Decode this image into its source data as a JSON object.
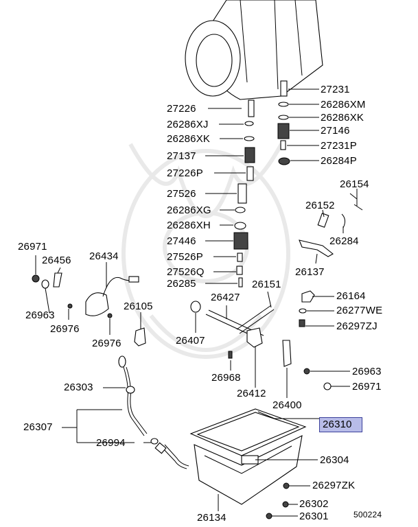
{
  "diagram_code": "500224",
  "highlighted_part": "26310",
  "labels": [
    {
      "id": "l27231a",
      "text": "27231"
    },
    {
      "id": "l26286xm",
      "text": "26286XM"
    },
    {
      "id": "l26286xk_r",
      "text": "26286XK"
    },
    {
      "id": "l27146",
      "text": "27146"
    },
    {
      "id": "l27231p",
      "text": "27231P"
    },
    {
      "id": "l26284p",
      "text": "26284P"
    },
    {
      "id": "l27226",
      "text": "27226"
    },
    {
      "id": "l26286xj",
      "text": "26286XJ"
    },
    {
      "id": "l26286xk_l",
      "text": "26286XK"
    },
    {
      "id": "l27137",
      "text": "27137"
    },
    {
      "id": "l27226p",
      "text": "27226P"
    },
    {
      "id": "l27526",
      "text": "27526"
    },
    {
      "id": "l26286xg",
      "text": "26286XG"
    },
    {
      "id": "l26286xh",
      "text": "26286XH"
    },
    {
      "id": "l27446",
      "text": "27446"
    },
    {
      "id": "l27526p",
      "text": "27526P"
    },
    {
      "id": "l27526q",
      "text": "27526Q"
    },
    {
      "id": "l26285",
      "text": "26285"
    },
    {
      "id": "l26154",
      "text": "26154"
    },
    {
      "id": "l26152",
      "text": "26152"
    },
    {
      "id": "l26284",
      "text": "26284"
    },
    {
      "id": "l26137",
      "text": "26137"
    },
    {
      "id": "l26971a",
      "text": "26971"
    },
    {
      "id": "l26456",
      "text": "26456"
    },
    {
      "id": "l26434",
      "text": "26434"
    },
    {
      "id": "l26963a",
      "text": "26963"
    },
    {
      "id": "l26976a",
      "text": "26976"
    },
    {
      "id": "l26105",
      "text": "26105"
    },
    {
      "id": "l26976b",
      "text": "26976"
    },
    {
      "id": "l26151",
      "text": "26151"
    },
    {
      "id": "l26427",
      "text": "26427"
    },
    {
      "id": "l26164",
      "text": "26164"
    },
    {
      "id": "l26277we",
      "text": "26277WE"
    },
    {
      "id": "l26297zj",
      "text": "26297ZJ"
    },
    {
      "id": "l26407",
      "text": "26407"
    },
    {
      "id": "l26968",
      "text": "26968"
    },
    {
      "id": "l26412",
      "text": "26412"
    },
    {
      "id": "l26963b",
      "text": "26963"
    },
    {
      "id": "l26971b",
      "text": "26971"
    },
    {
      "id": "l26400",
      "text": "26400"
    },
    {
      "id": "l26303",
      "text": "26303"
    },
    {
      "id": "l26307",
      "text": "26307"
    },
    {
      "id": "l26994",
      "text": "26994"
    },
    {
      "id": "l26310",
      "text": "26310"
    },
    {
      "id": "l26304",
      "text": "26304"
    },
    {
      "id": "l26297zk",
      "text": "26297ZK"
    },
    {
      "id": "l26302",
      "text": "26302"
    },
    {
      "id": "l26134",
      "text": "26134"
    },
    {
      "id": "l26301",
      "text": "26301"
    }
  ]
}
